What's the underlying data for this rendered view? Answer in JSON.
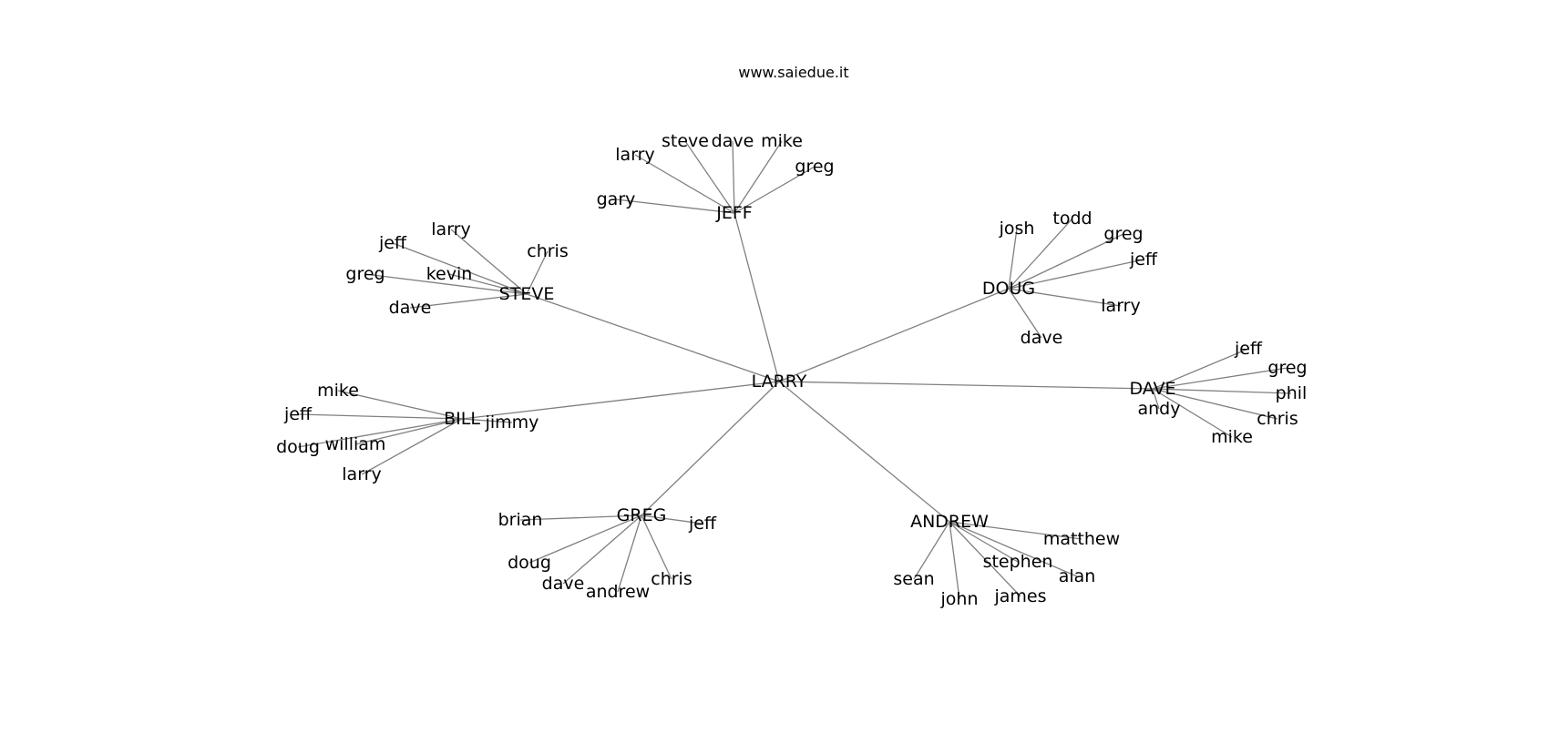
{
  "title": "www.saiedue.it",
  "colors": {
    "edge": "#808080",
    "text": "#000000",
    "background": "#ffffff"
  },
  "graph": {
    "root": "LARRY",
    "hubs": [
      {
        "id": "jeff_hub",
        "label": "JEFF",
        "leaves": [
          "gary",
          "larry",
          "steve",
          "dave",
          "mike",
          "greg"
        ]
      },
      {
        "id": "doug_hub",
        "label": "DOUG",
        "leaves": [
          "josh",
          "todd",
          "greg",
          "jeff",
          "larry",
          "dave"
        ]
      },
      {
        "id": "dave_hub",
        "label": "DAVE",
        "leaves": [
          "jeff",
          "greg",
          "phil",
          "chris",
          "mike",
          "andy"
        ]
      },
      {
        "id": "andrew_hub",
        "label": "ANDREW",
        "leaves": [
          "matthew",
          "alan",
          "stephen",
          "james",
          "john",
          "sean"
        ]
      },
      {
        "id": "greg_hub",
        "label": "GREG",
        "leaves": [
          "jeff",
          "chris",
          "andrew",
          "dave",
          "doug",
          "brian"
        ]
      },
      {
        "id": "bill_hub",
        "label": "BILL",
        "leaves": [
          "jimmy",
          "larry",
          "william",
          "doug",
          "jeff",
          "mike"
        ]
      },
      {
        "id": "steve_hub",
        "label": "STEVE",
        "leaves": [
          "dave",
          "greg",
          "jeff",
          "larry",
          "chris",
          "kevin"
        ]
      }
    ]
  }
}
